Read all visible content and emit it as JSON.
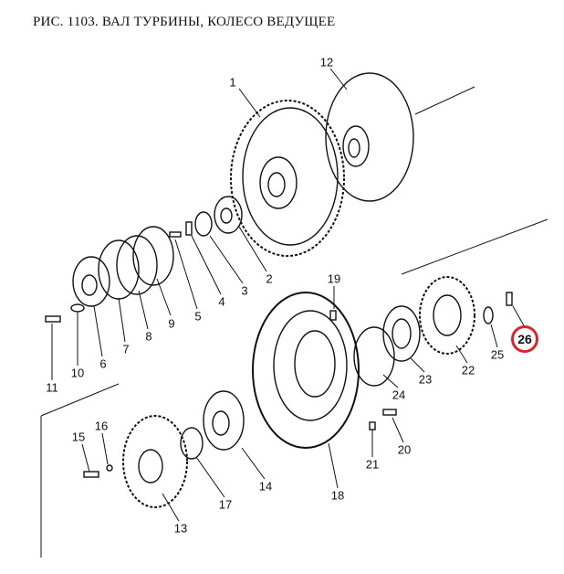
{
  "title": "РИС. 1103. ВАЛ ТУРБИНЫ, КОЛЕСО ВЕДУЩЕЕ",
  "highlight_color": "#d9262b",
  "highlighted_part": "26",
  "labels": [
    "1",
    "12",
    "2",
    "3",
    "4",
    "5",
    "9",
    "8",
    "7",
    "6",
    "10",
    "11",
    "19",
    "25",
    "22",
    "23",
    "24",
    "20",
    "21",
    "18",
    "14",
    "17",
    "15",
    "16",
    "13"
  ]
}
